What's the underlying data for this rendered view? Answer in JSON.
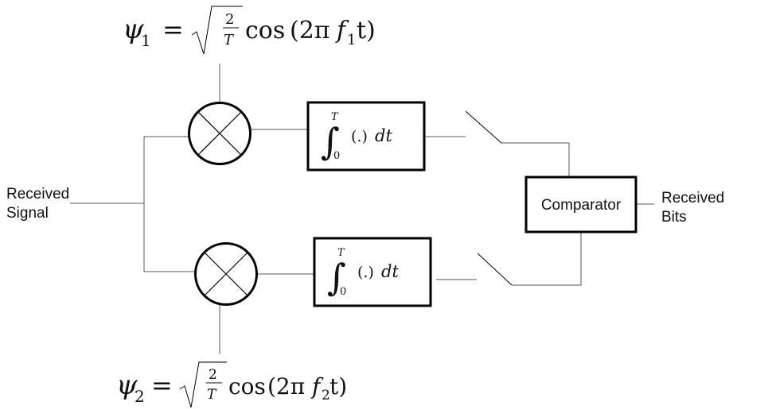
{
  "input": {
    "line1": "Received",
    "line2": "Signal"
  },
  "output": {
    "line1": "Received",
    "line2": "Bits"
  },
  "comparator": {
    "label": "Comparator"
  },
  "integrator": {
    "upper_limit": "T",
    "lower_limit": "0",
    "operand": "(.)",
    "differential": "dt"
  },
  "basis_top": {
    "psi": "ψ",
    "sub": "1",
    "equals": "=",
    "frac_num": "2",
    "frac_den": "T",
    "cos": "cos",
    "arg_open": "(2π",
    "freq": "f",
    "freq_sub": "1",
    "arg_close": "t)"
  },
  "basis_bottom": {
    "psi": "ψ",
    "sub": "2",
    "equals": "=",
    "frac_num": "2",
    "frac_den": "T",
    "cos": "cos",
    "arg_open": "(2π",
    "freq": "f",
    "freq_sub": "2",
    "arg_close": "t)"
  }
}
